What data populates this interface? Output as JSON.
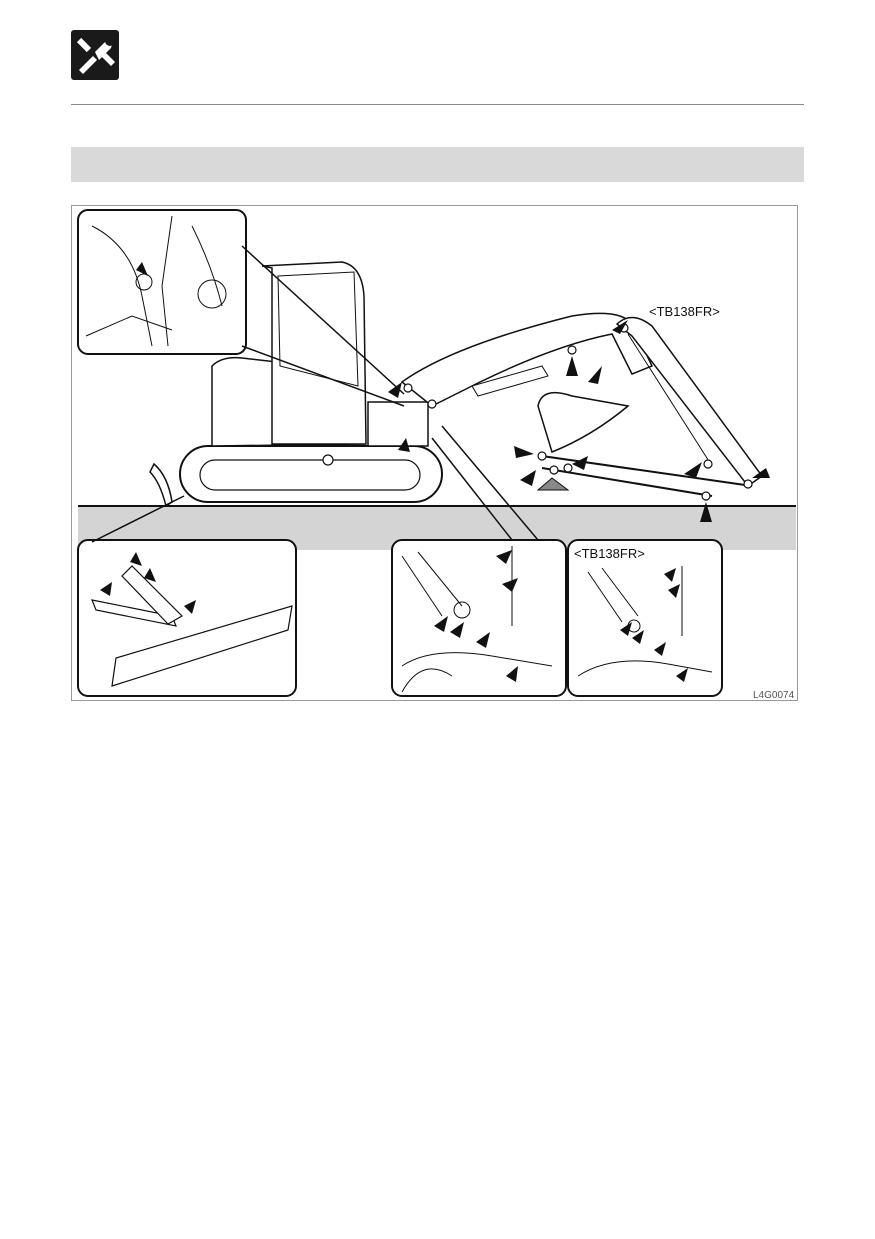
{
  "icons": {
    "header": "wrench-maintenance-icon"
  },
  "figure": {
    "model_label_main": "<TB138FR>",
    "model_label_inset": "<TB138FR>",
    "figure_code": "L4G0074"
  },
  "colors": {
    "icon_bg": "#1a1a1a",
    "section_bar": "#d9d9d9",
    "ground": "#d4d4d4",
    "rule": "#8a8a8a"
  }
}
